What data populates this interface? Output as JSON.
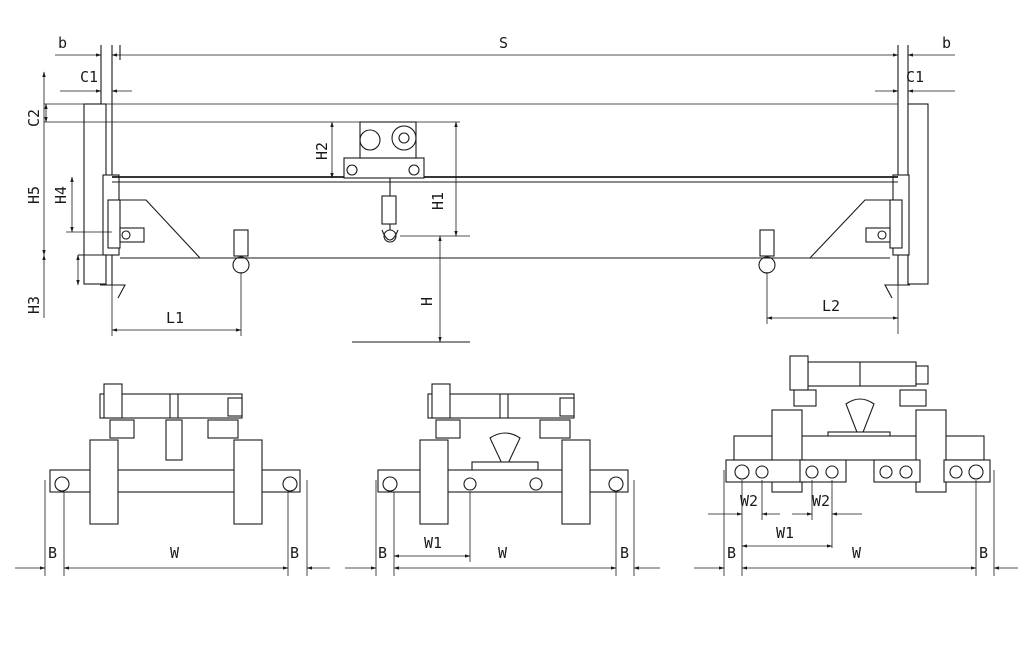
{
  "labels": {
    "b_left": "b",
    "s": "S",
    "b_right": "b",
    "c1_left": "C1",
    "c1_right": "C1",
    "c2": "C2",
    "h5": "H5",
    "h4": "H4",
    "h3": "H3",
    "h2": "H2",
    "h1": "H1",
    "h": "H",
    "l1": "L1",
    "l2": "L2",
    "bottom1_b_left": "B",
    "bottom1_w": "W",
    "bottom1_b_right": "B",
    "bottom2_b_left": "B",
    "bottom2_w1": "W1",
    "bottom2_w": "W",
    "bottom2_b_right": "B",
    "bottom3_w2_left": "W2",
    "bottom3_w2_right": "W2",
    "bottom3_w1": "W1",
    "bottom3_b_left": "B",
    "bottom3_w": "W",
    "bottom3_b_right": "B"
  }
}
